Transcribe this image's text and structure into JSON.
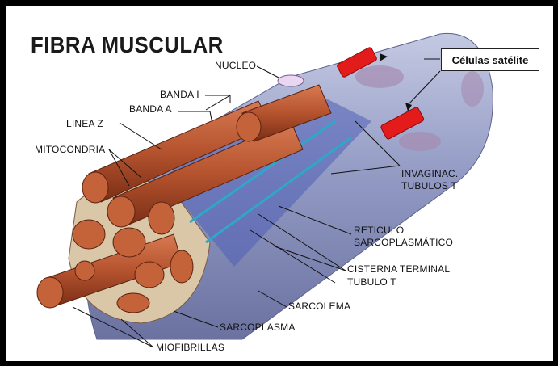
{
  "title": "FIBRA MUSCULAR",
  "callout": "Células satélite",
  "labels": {
    "nucleo": "NUCLEO",
    "banda_i": "BANDA I",
    "banda_a": "BANDA A",
    "linea_z": "LINEA Z",
    "mitocondria": "MITOCONDRIA",
    "invaginac_1": "INVAGINAC.",
    "invaginac_2": "TUBULOS T",
    "reticulo_1": "RETICULO",
    "reticulo_2": "SARCOPLASMÁTICO",
    "cisterna": "CISTERNA TERMINAL",
    "tubulo": "TUBULO T",
    "sarcolema": "SARCOLEMA",
    "sarcoplasma": "SARCOPLASMA",
    "miofibrillas": "MIOFIBRILLAS"
  },
  "colors": {
    "membrane": "#8f97c2",
    "myofibril": "#b5532e",
    "satellite_cell": "#e31b1b",
    "reticulum": "#4f5fb5",
    "t_tubule": "#2fa7c9"
  }
}
